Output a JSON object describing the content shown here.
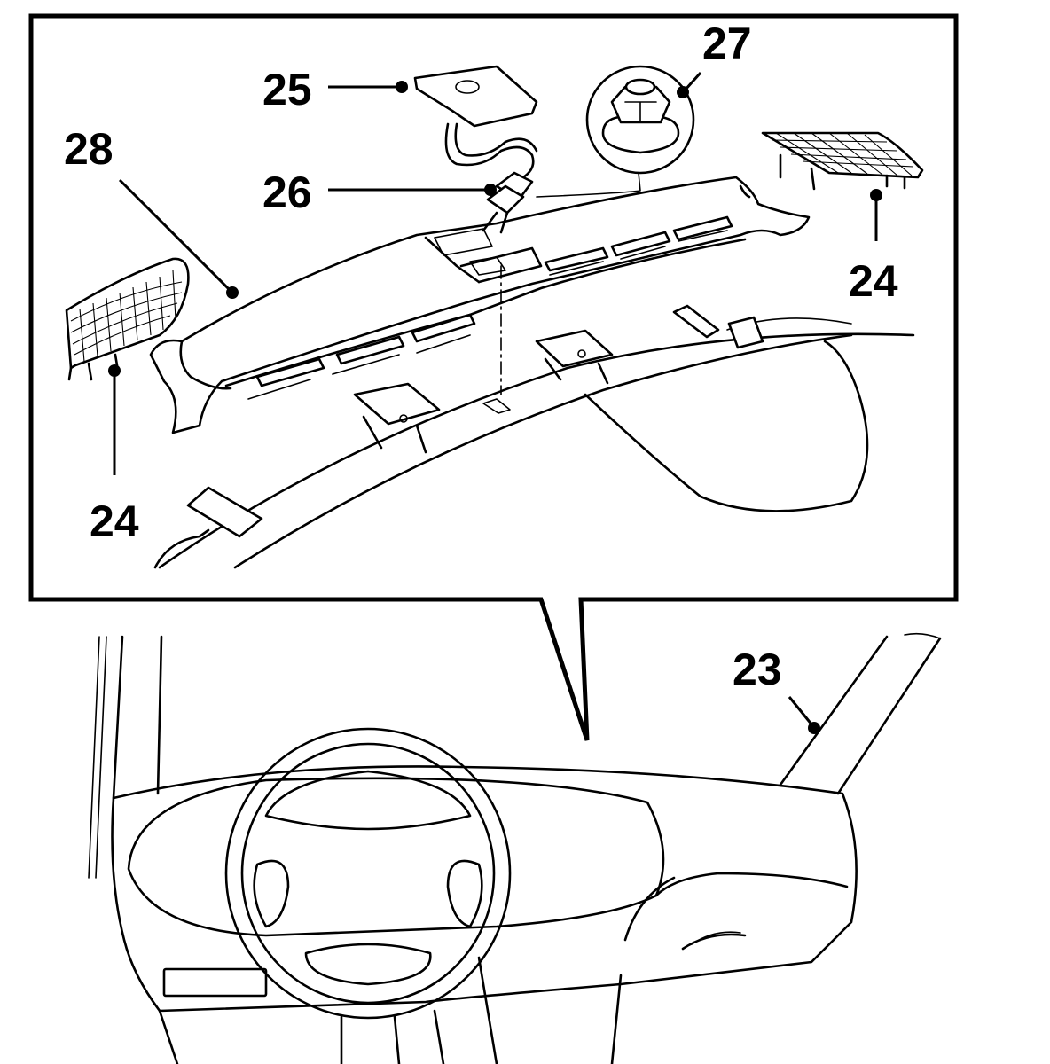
{
  "callouts": {
    "c23": "23",
    "c24_left": "24",
    "c24_right": "24",
    "c25": "25",
    "c26": "26",
    "c27": "27",
    "c28": "28"
  },
  "colors": {
    "line": "#000000",
    "background": "#ffffff"
  }
}
